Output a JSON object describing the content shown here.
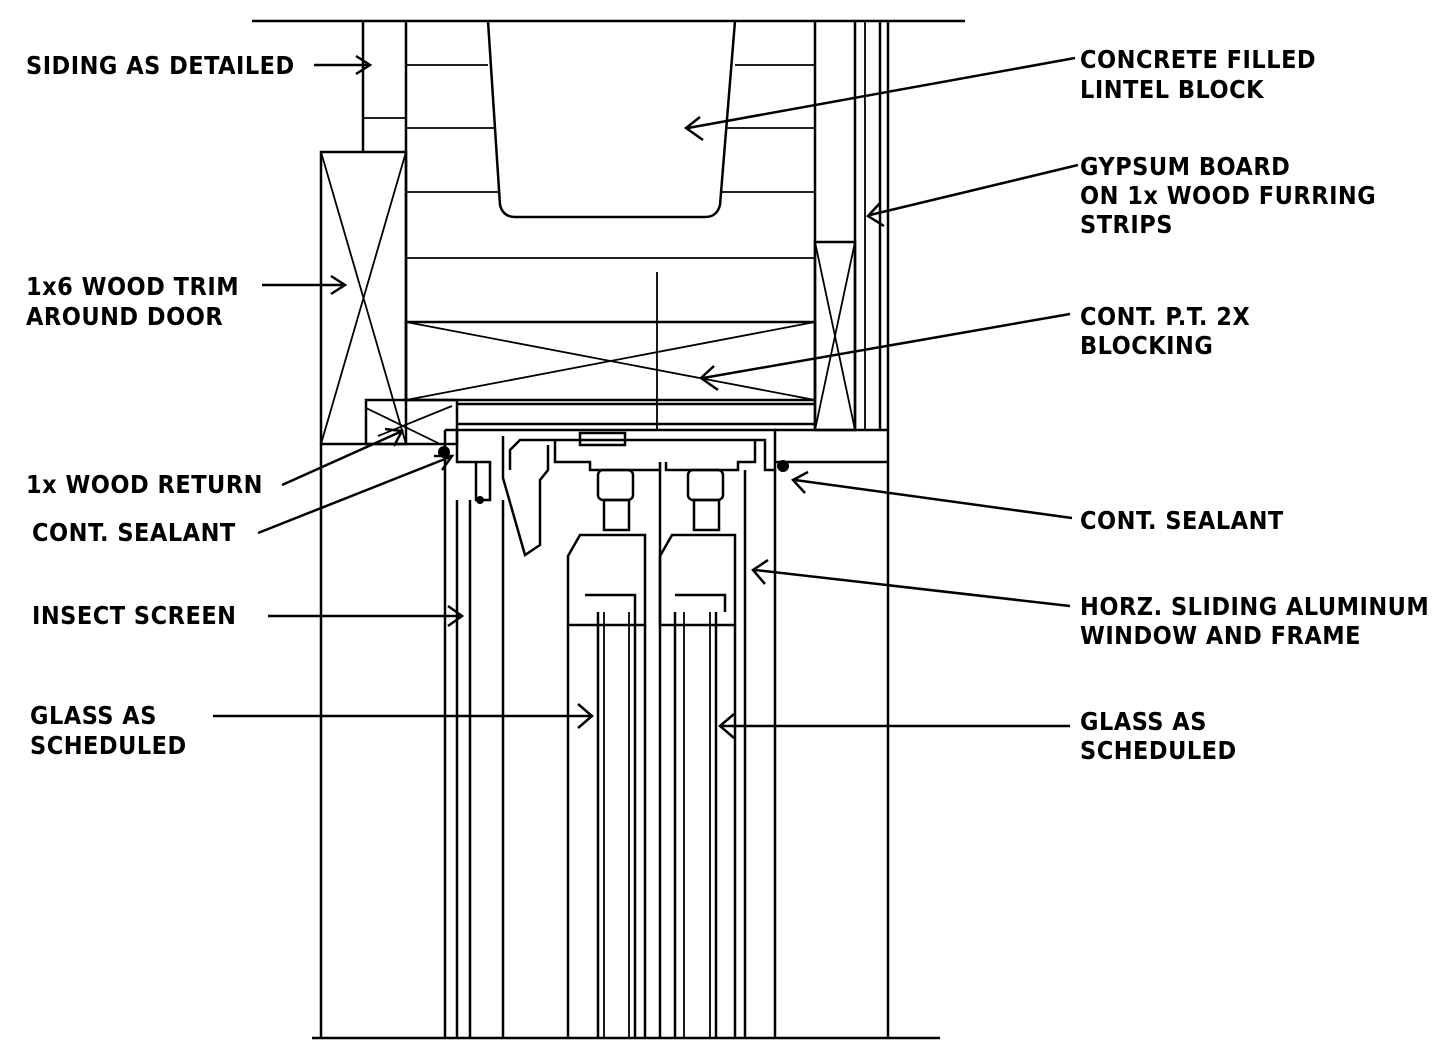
{
  "labels": {
    "siding": "SIDING AS DETAILED",
    "lintel_1": "CONCRETE FILLED",
    "lintel_2": "LINTEL BLOCK",
    "gypsum_1": "GYPSUM BOARD",
    "gypsum_2": "ON 1x WOOD FURRING",
    "gypsum_3": "STRIPS",
    "trim_1": "1x6 WOOD TRIM",
    "trim_2": "AROUND DOOR",
    "blocking_1": "CONT. P.T. 2X",
    "blocking_2": "BLOCKING",
    "wood_return": "1x WOOD RETURN",
    "sealant_left": "CONT. SEALANT",
    "sealant_right": "CONT. SEALANT",
    "screen": "INSECT SCREEN",
    "window_1": "HORZ. SLIDING ALUMINUM",
    "window_2": "WINDOW AND FRAME",
    "glass_left_1": "GLASS AS",
    "glass_left_2": "SCHEDULED",
    "glass_right_1": "GLASS AS",
    "glass_right_2": "SCHEDULED"
  }
}
